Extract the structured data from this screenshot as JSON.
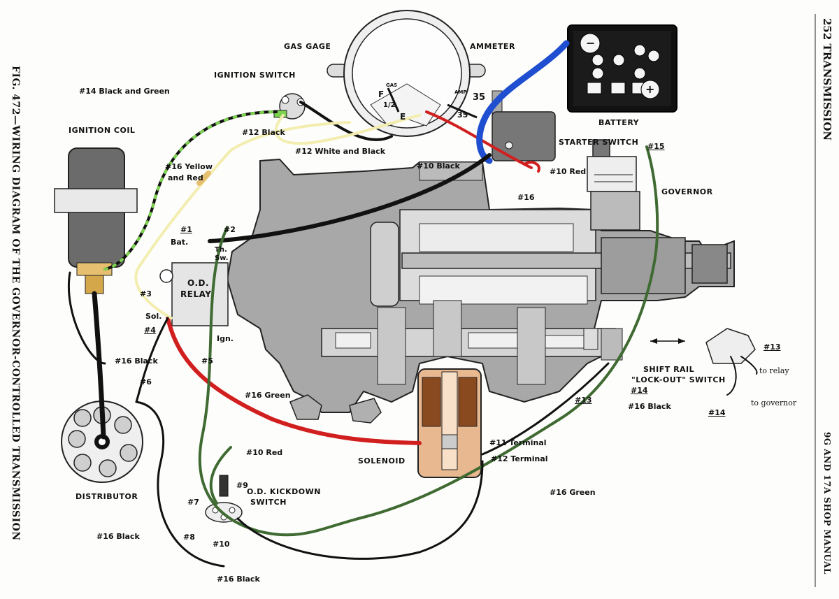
{
  "page_header": "252 TRANSMISSION",
  "figure_caption": "FIG. 472—WIRING DIAGRAM OF THE GOVERNOR-CONTROLLED TRANSMISSION",
  "manual_footer": "9G AND 17A SHOP MANUAL",
  "components": {
    "gas_gage": "GAS GAGE",
    "ammeter": "AMMETER",
    "ignition_switch": "IGNITION SWITCH",
    "ignition_coil": "IGNITION COIL",
    "battery": "BATTERY",
    "starter_switch": "STARTER SWITCH",
    "governor": "GOVERNOR",
    "od_relay_line1": "O.D.",
    "od_relay_line2": "RELAY",
    "distributor": "DISTRIBUTOR",
    "solenoid": "SOLENOID",
    "kickdown_line1": "O.D. KICKDOWN",
    "kickdown_line2": "SWITCH",
    "shift_rail_line1": "SHIFT RAIL",
    "shift_rail_line2": "\"LOCK-OUT\" SWITCH"
  },
  "gauge_marks": {
    "fuel_f": "F",
    "fuel_half": "1/2",
    "fuel_e": "E",
    "gas_word": "GAS",
    "amp_word": "AMP",
    "amp_plus": "35",
    "amp_minus": "35"
  },
  "battery_marks": {
    "minus": "−",
    "plus": "+"
  },
  "relay_terminals": {
    "bat": "Bat.",
    "th_sw": "Th.\nSw.",
    "sol": "Sol.",
    "ign": "Ign."
  },
  "wire_labels": {
    "w14_black_green": "#14 Black and Green",
    "w12_black": "#12 Black",
    "w16_yellow_red_1": "#16 Yellow",
    "w16_yellow_red_2": "and Red",
    "w12_white_black": "#12 White and Black",
    "w10_black": "#10 Black",
    "w10_red_top": "#10 Red",
    "w16_top": "#16",
    "w15": "#15",
    "w1": "#1",
    "w2": "#2",
    "w3": "#3",
    "w4": "#4",
    "w5": "#5",
    "w16_black_dist": "#16 Black",
    "w6": "#6",
    "w16_green_mid": "#16 Green",
    "w10_red_bottom": "#10 Red",
    "w11_terminal": "#11 Terminal",
    "w12_terminal": "#12 Terminal",
    "w16_green_bottom": "#16 Green",
    "w7": "#7",
    "w9": "#9",
    "w8": "#8",
    "w10": "#10",
    "w16_black_left": "#16 Black",
    "w16_black_bottom": "#16 Black",
    "w13_a": "#13",
    "w14_a": "#14",
    "w16_black_shift": "#16 Black",
    "w13_b": "#13",
    "w14_b": "#14",
    "to_relay": "to relay",
    "to_governor": "to governor"
  },
  "colors": {
    "wire_black": "#111111",
    "wire_red": "#d11f1f",
    "wire_green": "#3f6a32",
    "wire_blue": "#1f4fd0",
    "wire_yellow": "#f3eeb0",
    "casting_gray": "#9a9a9a",
    "solenoid_copper": "#e8b890"
  }
}
